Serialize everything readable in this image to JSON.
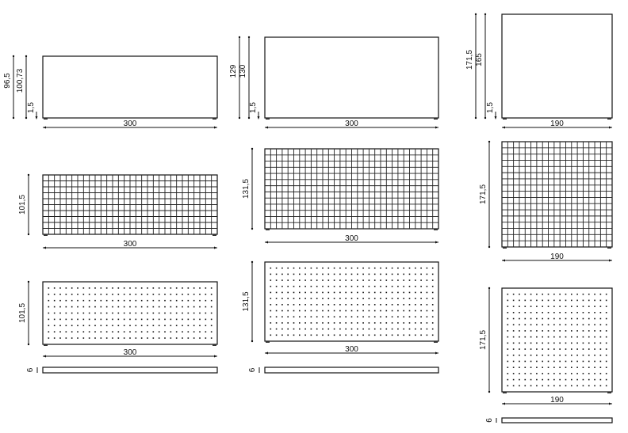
{
  "columns": [
    {
      "front": {
        "height_outer": "96,5",
        "height_inner": "100,73",
        "base": "1,5",
        "width": "300"
      },
      "grid": {
        "height": "101,5",
        "width": "300",
        "cols": 30,
        "rows": 10
      },
      "perforated": {
        "height": "101,5",
        "width": "300",
        "cols": 29,
        "rows": 9
      },
      "thickness": "6"
    },
    {
      "front": {
        "height_outer": "129",
        "height_inner": "130",
        "base": "1,5",
        "width": "300"
      },
      "grid": {
        "height": "131,5",
        "width": "300",
        "cols": 30,
        "rows": 13
      },
      "perforated": {
        "height": "131,5",
        "width": "300",
        "cols": 29,
        "rows": 12
      },
      "thickness": "6"
    },
    {
      "front": {
        "height_outer": "171,5",
        "height_inner": "165",
        "base": "1,5",
        "width": "190"
      },
      "grid": {
        "height": "171,5",
        "width": "190",
        "cols": 19,
        "rows": 17
      },
      "perforated": {
        "height": "171,5",
        "width": "190",
        "cols": 18,
        "rows": 16
      },
      "thickness": "6"
    }
  ]
}
